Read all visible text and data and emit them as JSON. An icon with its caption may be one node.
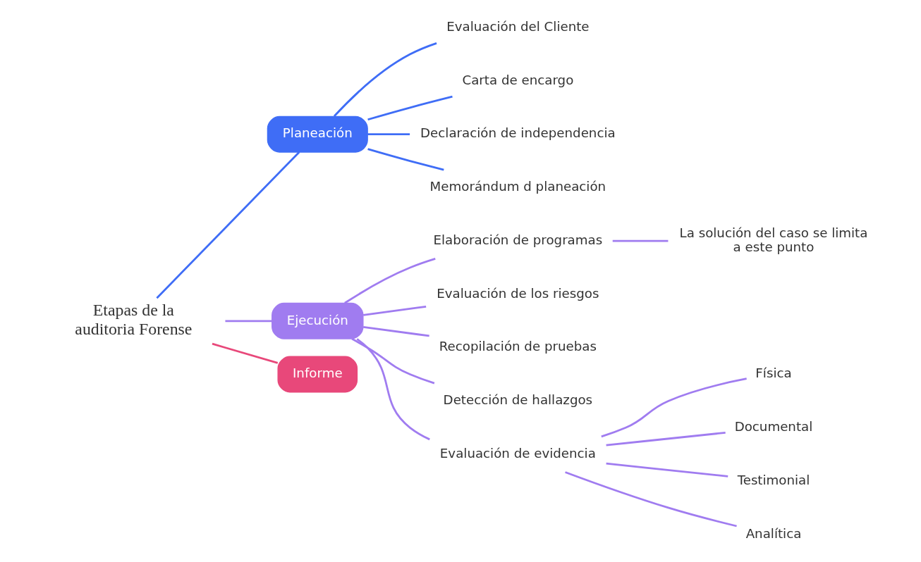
{
  "diagram": {
    "nodes": [
      {
        "text": [
          "Etapas de la auditoria Forense"
        ]
      },
      {
        "text": [
          "Planeación"
        ]
      },
      {
        "text": [
          "Evaluación del Cliente"
        ]
      },
      {
        "text": [
          "Carta de encargo"
        ]
      },
      {
        "text": [
          "Declaración de independencia"
        ]
      },
      {
        "text": [
          "Memorándum d planeación"
        ]
      },
      {
        "text": [
          "Ejecución"
        ]
      },
      {
        "text": [
          "Elaboración de programas"
        ]
      },
      {
        "text": [
          "La solución del caso se limita a este punto"
        ]
      },
      {
        "text": [
          "Evaluación de los riesgos"
        ]
      },
      {
        "text": [
          "Recopilación de pruebas"
        ]
      },
      {
        "text": [
          "Detección de hallazgos"
        ]
      },
      {
        "text": [
          "Evaluación de evidencia"
        ]
      },
      {
        "text": [
          "Física"
        ]
      },
      {
        "text": [
          "Documental"
        ]
      },
      {
        "text": [
          "Testimonial"
        ]
      },
      {
        "text": [
          "Analítica"
        ]
      },
      {
        "text": [
          "Informe"
        ]
      }
    ],
    "edges": [
      {
        "from": 0,
        "to": 1,
        "arrow": "none",
        "color": "#3f6df6"
      },
      {
        "from": 1,
        "to": 2,
        "arrow": "none",
        "color": "#3f6df6"
      },
      {
        "from": 1,
        "to": 3,
        "arrow": "none",
        "color": "#3f6df6"
      },
      {
        "from": 1,
        "to": 4,
        "arrow": "none",
        "color": "#3f6df6"
      },
      {
        "from": 1,
        "to": 5,
        "arrow": "none",
        "color": "#3f6df6"
      },
      {
        "from": 0,
        "to": 6,
        "arrow": "none"
      },
      {
        "from": 6,
        "to": 7,
        "arrow": "none"
      },
      {
        "from": 7,
        "to": 8,
        "arrow": "none"
      },
      {
        "from": 6,
        "to": 9,
        "arrow": "none"
      },
      {
        "from": 6,
        "to": 10,
        "arrow": "none"
      },
      {
        "from": 6,
        "to": 11,
        "arrow": "none"
      },
      {
        "from": 6,
        "to": 12,
        "arrow": "none"
      },
      {
        "from": 12,
        "to": 13,
        "arrow": "none"
      },
      {
        "from": 12,
        "to": 14,
        "arrow": "none"
      },
      {
        "from": 12,
        "to": 15,
        "arrow": "none"
      },
      {
        "from": 12,
        "to": 16,
        "arrow": "none"
      },
      {
        "from": 0,
        "to": 17,
        "arrow": "none",
        "color": "#e8487a"
      }
    ]
  }
}
